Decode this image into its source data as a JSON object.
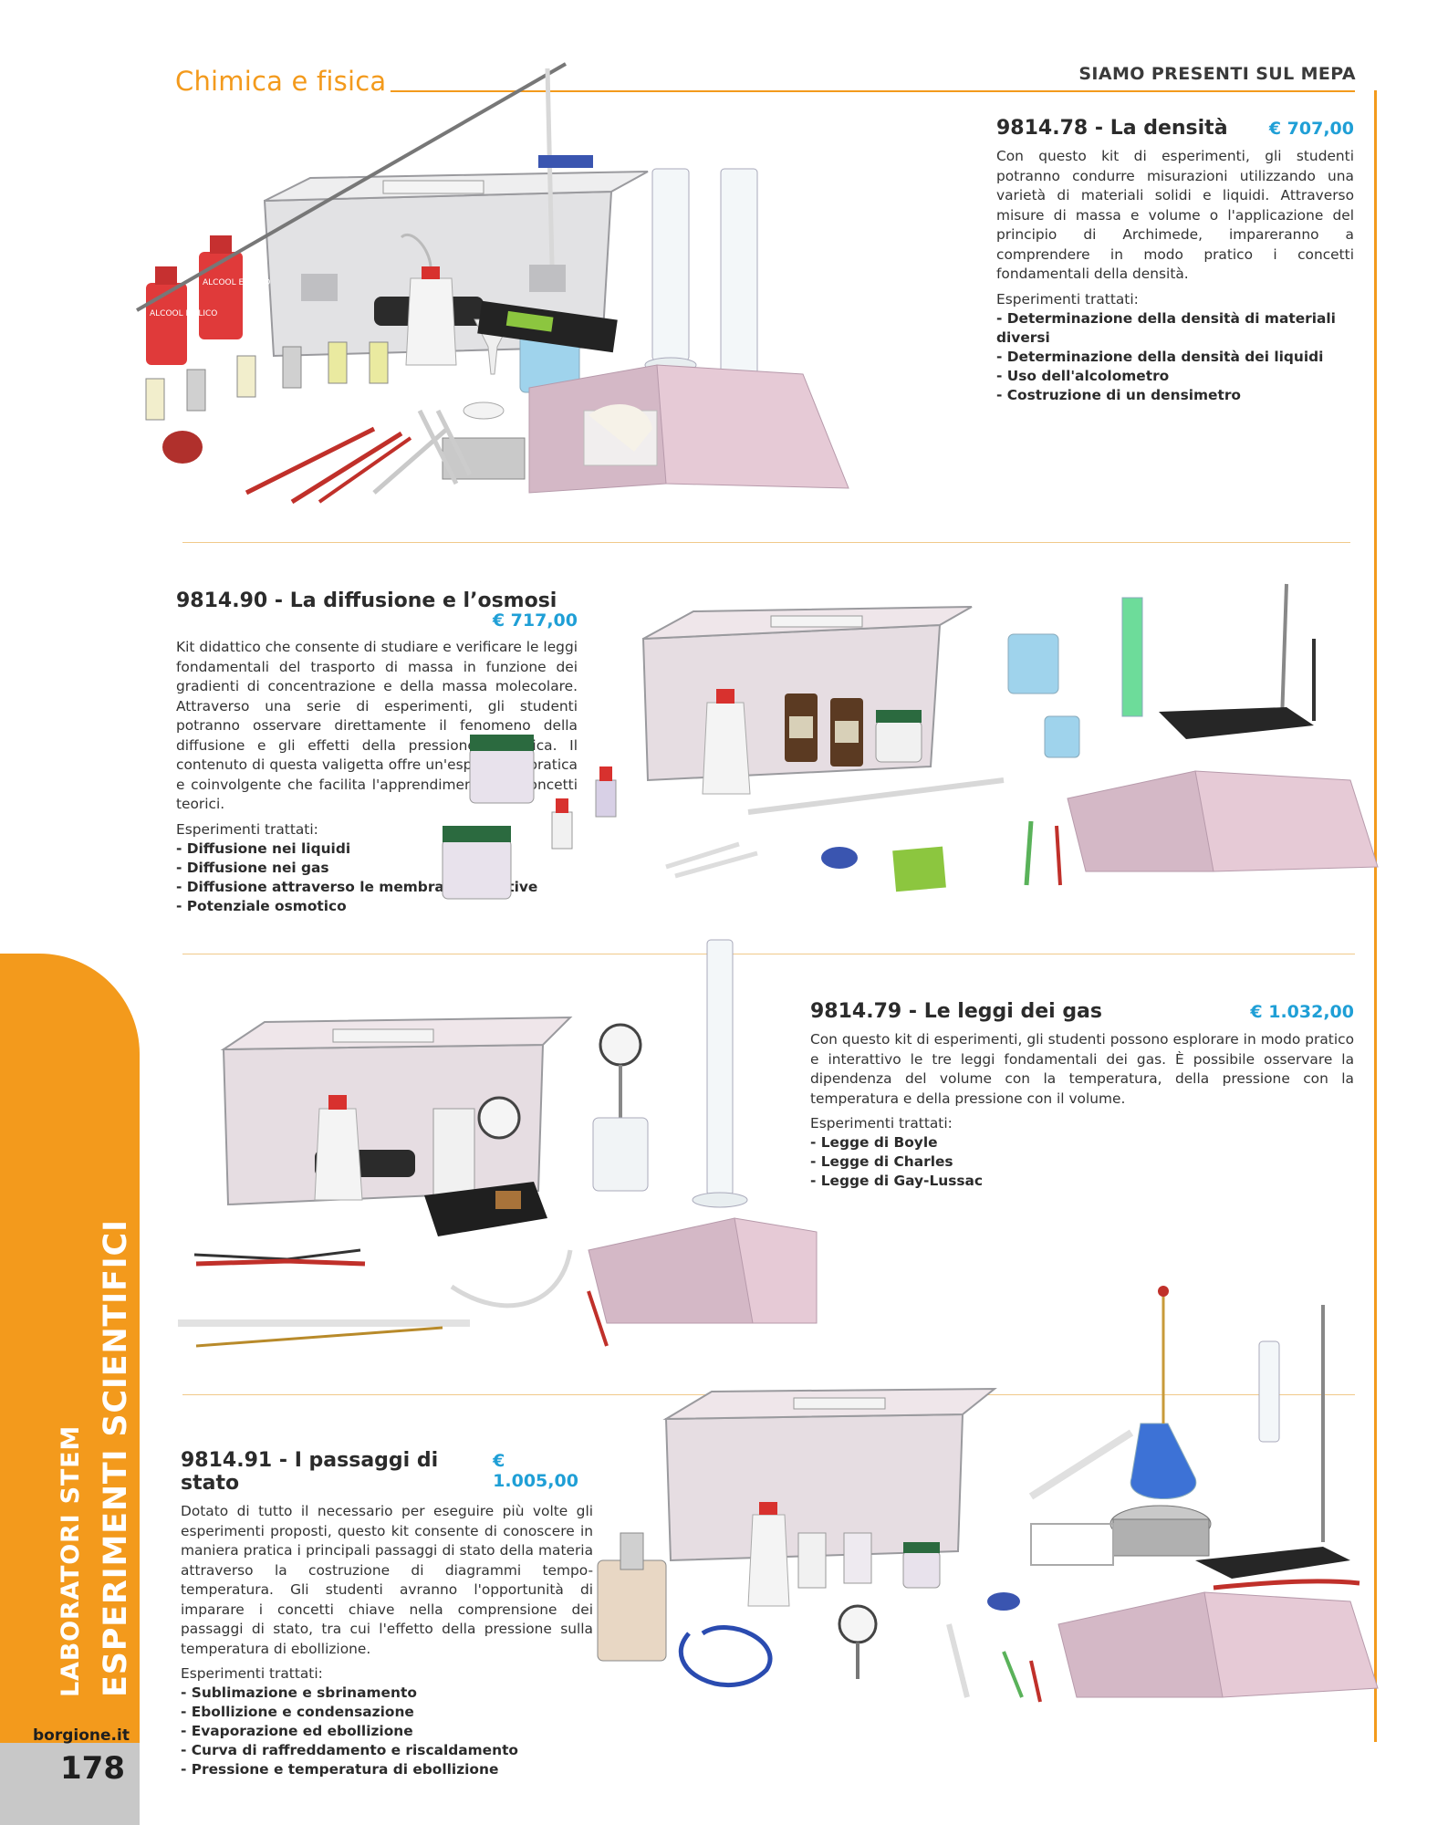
{
  "header": {
    "section_title": "Chimica e fisica",
    "mepa_label": "SIAMO PRESENTI SUL MEPA"
  },
  "products": [
    {
      "code": "9814.78",
      "separator": "-",
      "name": "La densità",
      "price": "€ 707,00",
      "description": "Con questo kit di esperimenti, gli studenti potranno condurre misurazioni utilizzando una varietà di materiali solidi e liquidi. Attraverso misure di massa e volume o l'applicazione del principio di Archimede, impareranno a comprendere in modo pratico i concetti fondamentali della densità.",
      "experiments_label": "Esperimenti trattati:",
      "experiments": [
        "Determinazione della densità di materiali diversi",
        "Determinazione della densità dei liquidi",
        "Uso dell'alcolometro",
        "Costruzione di un densimetro"
      ],
      "image_labels": [
        "ALCOOL ETILICO",
        "ALCOOL ETILICO"
      ]
    },
    {
      "code": "9814.90",
      "separator": "-",
      "name": "La diffusione e l’osmosi",
      "price": "€ 717,00",
      "description": "Kit didattico che consente di studiare e verificare le leggi fondamentali del trasporto di massa in funzione dei gradienti di concentrazione e della massa molecolare. Attraverso una serie di esperimenti, gli studenti potranno osservare direttamente il fenomeno della diffusione e gli effetti della pressione osmotica. Il contenuto di questa valigetta offre un'esperienza pratica e coinvolgente che facilita l'apprendimento dei concetti teorici.",
      "experiments_label": "Esperimenti trattati:",
      "experiments": [
        "Diffusione nei liquidi",
        "Diffusione nei gas",
        "Diffusione attraverso le membrane selettive",
        "Potenziale osmotico"
      ]
    },
    {
      "code": "9814.79",
      "separator": "-",
      "name": "Le leggi dei gas",
      "price": "€ 1.032,00",
      "description": "Con questo kit di esperimenti, gli studenti possono esplorare in modo pratico e interattivo le tre leggi fondamentali dei gas. È possibile osservare la dipendenza del volume con la temperatura, della pressione con la temperatura e della pressione con il volume.",
      "experiments_label": "Esperimenti trattati:",
      "experiments": [
        "Legge di Boyle",
        "Legge di Charles",
        "Legge di Gay-Lussac"
      ]
    },
    {
      "code": "9814.91",
      "separator": "-",
      "name": "I passaggi di stato",
      "price": "€ 1.005,00",
      "description": "Dotato di tutto il necessario per eseguire più volte gli esperimenti proposti, questo kit consente di conoscere in maniera pratica i principali passaggi di stato della materia attraverso la costruzione di diagrammi tempo-temperatura. Gli studenti avranno l'opportunità di imparare i concetti chiave nella comprensione dei passaggi di stato, tra cui l'effetto della pressione sulla temperatura di ebollizione.",
      "experiments_label": "Esperimenti trattati:",
      "experiments": [
        "Sublimazione e sbrinamento",
        "Ebollizione e condensazione",
        "Evaporazione ed ebollizione",
        "Curva di raffreddamento e riscaldamento",
        "Pressione e temperatura di ebollizione"
      ]
    }
  ],
  "sidebar": {
    "category_line1": "LABORATORI STEM",
    "category_line2": "ESPERIMENTI SCIENTIFICI",
    "website": "borgione.it",
    "page_number": "178"
  },
  "colors": {
    "accent_orange": "#f39a1c",
    "price_blue": "#1f9fd6",
    "separator": "#f1c98a"
  }
}
